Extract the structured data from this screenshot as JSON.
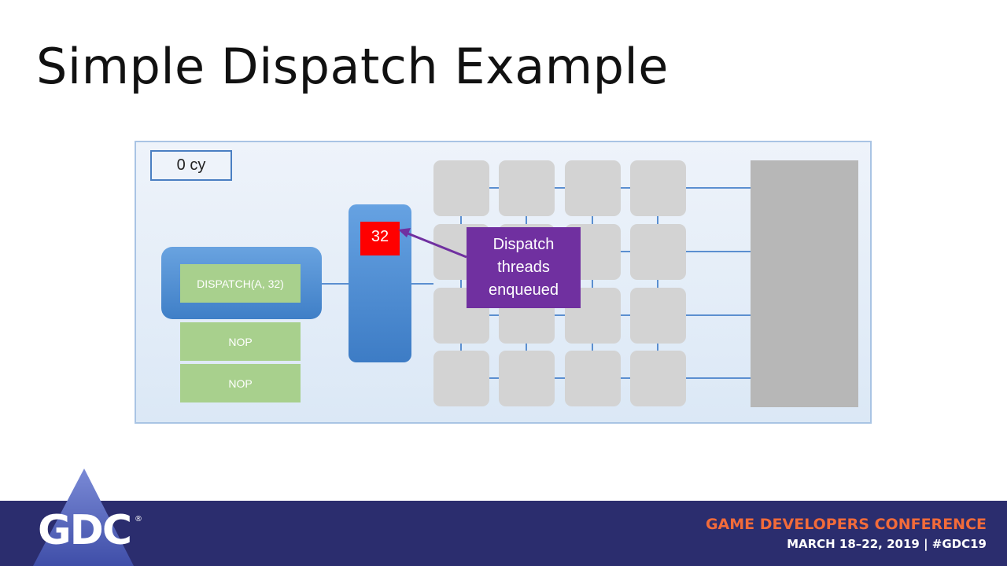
{
  "slide": {
    "title": "Simple Dispatch Example"
  },
  "diagram": {
    "cycle_counter": "0 cy",
    "dispatch_command": "DISPATCH(A, 32)",
    "nops": [
      "NOP",
      "NOP"
    ],
    "queue_count": "32",
    "callout_lines": [
      "Dispatch",
      "threads",
      "enqueued"
    ],
    "colors": {
      "panel_border": "#a9c4e4",
      "unit_blue": "#3f7fc7",
      "command_green": "#a8d08d",
      "count_red": "#ff0000",
      "callout_purple": "#7030a0",
      "core_gray": "#d3d3d3",
      "memory_gray": "#b7b7b7",
      "wire_blue": "#5b8fd0"
    }
  },
  "footer": {
    "logo_text": "GDC",
    "logo_reg": "®",
    "conference_name": "GAME DEVELOPERS CONFERENCE",
    "conference_date": "MARCH 18–22, 2019 | #GDC19",
    "colors": {
      "bar": "#2b2d6e",
      "accent": "#f26b3a"
    }
  }
}
